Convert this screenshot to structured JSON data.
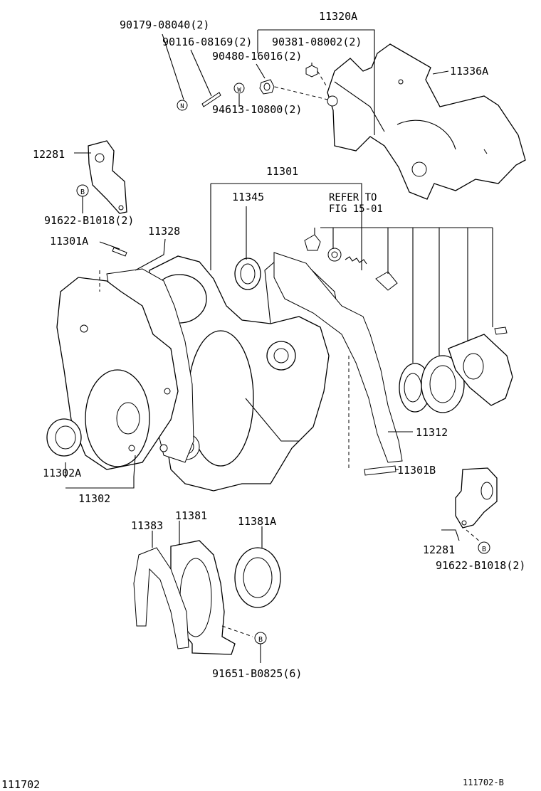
{
  "diagram": {
    "parts": {
      "p90179": "90179-08040(2)",
      "p11320A": "11320A",
      "p90116": "90116-08169(2)",
      "p90381": "90381-08002(2)",
      "p90480": "90480-16016(2)",
      "p11336A": "11336A",
      "p94613": "94613-10800(2)",
      "p12281_top": "12281",
      "p11301": "11301",
      "p11345": "11345",
      "refer_line1": "REFER TO",
      "refer_line2": "FIG 15-01",
      "p91622_top": "91622-B1018(2)",
      "p11301A": "11301A",
      "p11328": "11328",
      "p11312": "11312",
      "p11302A": "11302A",
      "p11301B": "11301B",
      "p11302": "11302",
      "p11381": "11381",
      "p11383": "11383",
      "p11381A": "11381A",
      "p12281_bottom": "12281",
      "p91622_bottom": "91622-B1018(2)",
      "p91651": "91651-B0825(6)"
    },
    "symbols": {
      "n": "N",
      "w": "W",
      "b": "B"
    },
    "footer": {
      "left_code": "111702",
      "right_code": "111702-B"
    }
  }
}
